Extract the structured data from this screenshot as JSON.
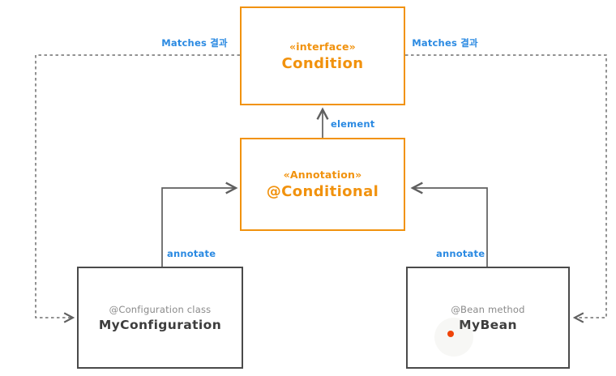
{
  "diagram": {
    "nodes": {
      "condition": {
        "stereotype": "«interface»",
        "name": "Condition"
      },
      "conditional": {
        "stereotype": "«Annotation»",
        "name": "@Conditional"
      },
      "myConfiguration": {
        "stereotype": "@Configuration class",
        "name": "MyConfiguration"
      },
      "myBean": {
        "stereotype": "@Bean method",
        "name": "MyBean"
      }
    },
    "edge_labels": {
      "matches_left": "Matches 결과",
      "matches_right": "Matches 결과",
      "element": "element",
      "annotate_left": "annotate",
      "annotate_right": "annotate"
    },
    "colors": {
      "orange_node_border": "#f1920e",
      "orange_node_text": "#f1920e",
      "dark_node_border": "#4a4a4a",
      "dark_node_text": "#3d3d3d",
      "muted_stereotype_text": "#8a8a8a",
      "blue_edge_label": "#2b8ae2",
      "arrow_line": "#5f5f5f",
      "cursor_dot": "#ef4409",
      "background": "#ffffff"
    }
  }
}
